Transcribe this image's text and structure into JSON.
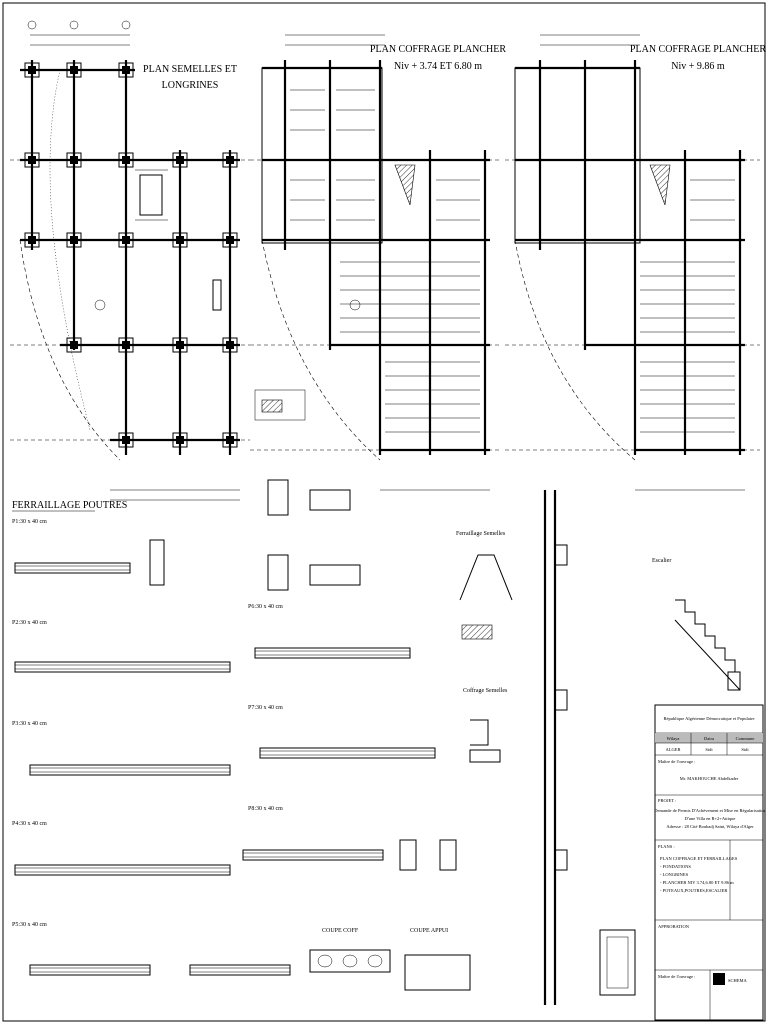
{
  "plans": {
    "foundation": {
      "title_line1": "PLAN SEMELLES ET",
      "title_line2": "LONGRINES"
    },
    "floor1": {
      "title_line1": "PLAN COFFRAGE PLANCHER",
      "title_line2": "Niv + 3.74 ET 6.80 m"
    },
    "floor2": {
      "title_line1": "PLAN COFFRAGE PLANCHER",
      "title_line2": "Niv + 9.86 m"
    }
  },
  "beams": {
    "section_title": "FERRAILLAGE POUTRES",
    "p1": "P1:30 x 40 cm",
    "p2": "P2:30 x 40 cm",
    "p3": "P3:30 x 40 cm",
    "p4": "P4:30 x 40 cm",
    "p5": "P5:30 x 40 cm",
    "p6": "P6:30 x 40 cm",
    "p7": "P7:30 x 40 cm",
    "p8": "P8:30 x 40 cm"
  },
  "details": {
    "ferraillage_semelles": "Ferraillage Semelles",
    "coffrage_semelles": "Coffrage Semelles",
    "escalier": "Escalier",
    "coupe_coff": "COUPE COFF",
    "coupe_appui": "COUPE APPUI"
  },
  "title_block": {
    "republic": "République Algérienne Démocratique et Populaire",
    "col_wilaya": "Wilaya",
    "col_daira": "Daira",
    "col_commune": "Commune",
    "val_wilaya": "ALGER",
    "val_daira": "Sidi",
    "val_commune": "Sidi",
    "maitre_label": "Maître de l'ouvrage :",
    "maitre_name": "Mr. MAKHOUCHE Abdelkader",
    "projet_label": "PROJET :",
    "projet_line1": "Demande de Permis D'Achèvement et Mise en Régularisation",
    "projet_line2": "D'une Villa en R+2+Attique",
    "projet_line3": "Adresse : 28 Cité Bouhadj Saint, Wilaya d'Alger",
    "plans_label": "PLANS :",
    "plans_items": [
      "PLAN COFFRAGE ET FERRAILLAGES",
      "- FONDATIONS",
      "- LONGRINES",
      "- PLANCHER NIV 3.74,6.80 ET 9.86 m",
      "- POTEAUX,POUTRES,ESCALIER"
    ],
    "approval_label": "APPROBATION",
    "maitre_bottom": "Maître de l'ouvrage :",
    "logo_text": "SCHEMA"
  }
}
